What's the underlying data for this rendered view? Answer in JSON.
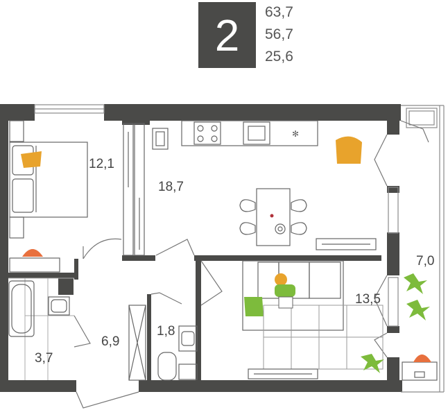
{
  "header": {
    "rooms": "2",
    "areas": [
      "63,7",
      "56,7",
      "25,6"
    ]
  },
  "rooms": {
    "bedroom": "12,1",
    "kitchen_living": "18,7",
    "living": "13,5",
    "balcony": "7,0",
    "bathroom": "3,7",
    "hall": "6,9",
    "wc": "1,8"
  },
  "colors": {
    "wall": "#4a4a48",
    "box": "#4a4a48",
    "ink": "#555555",
    "accent_orange": "#e8703e",
    "accent_yellow": "#e8a32c",
    "accent_green": "#7dbb3c",
    "line": "#8a8a8a"
  }
}
